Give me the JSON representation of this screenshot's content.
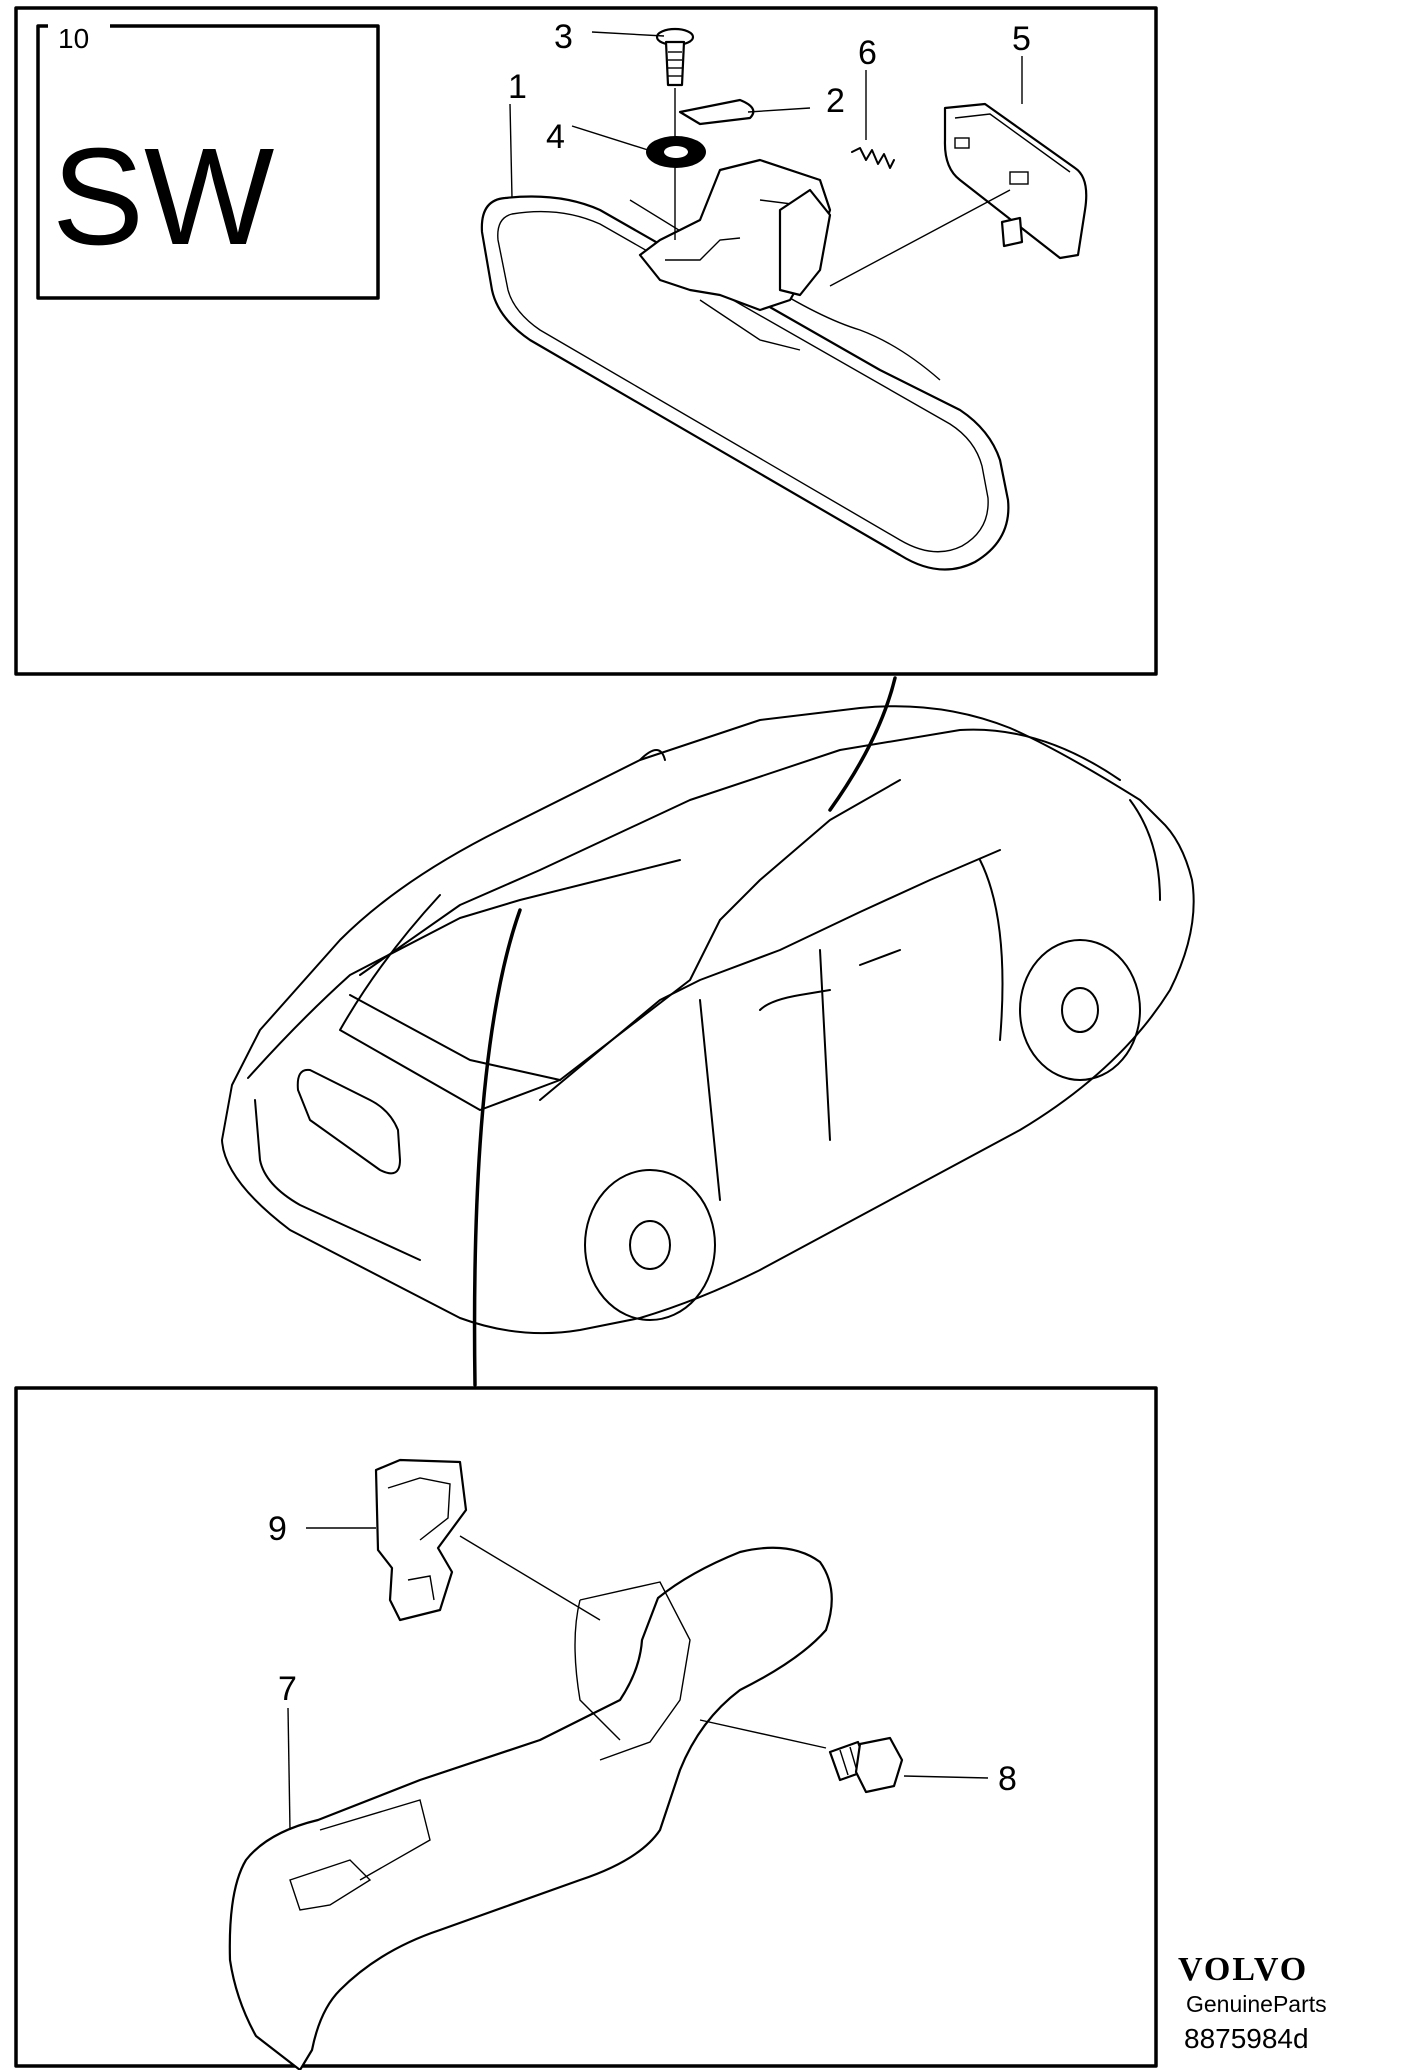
{
  "variant_box": {
    "number": "10",
    "code": "SW"
  },
  "callouts": [
    {
      "id": "1",
      "label": "1"
    },
    {
      "id": "2",
      "label": "2"
    },
    {
      "id": "3",
      "label": "3"
    },
    {
      "id": "4",
      "label": "4"
    },
    {
      "id": "5",
      "label": "5"
    },
    {
      "id": "6",
      "label": "6"
    },
    {
      "id": "7",
      "label": "7"
    },
    {
      "id": "8",
      "label": "8"
    },
    {
      "id": "9",
      "label": "9"
    }
  ],
  "brand": {
    "name": "VOLVO",
    "tagline": "GenuineParts"
  },
  "drawing_number": "8875984d"
}
